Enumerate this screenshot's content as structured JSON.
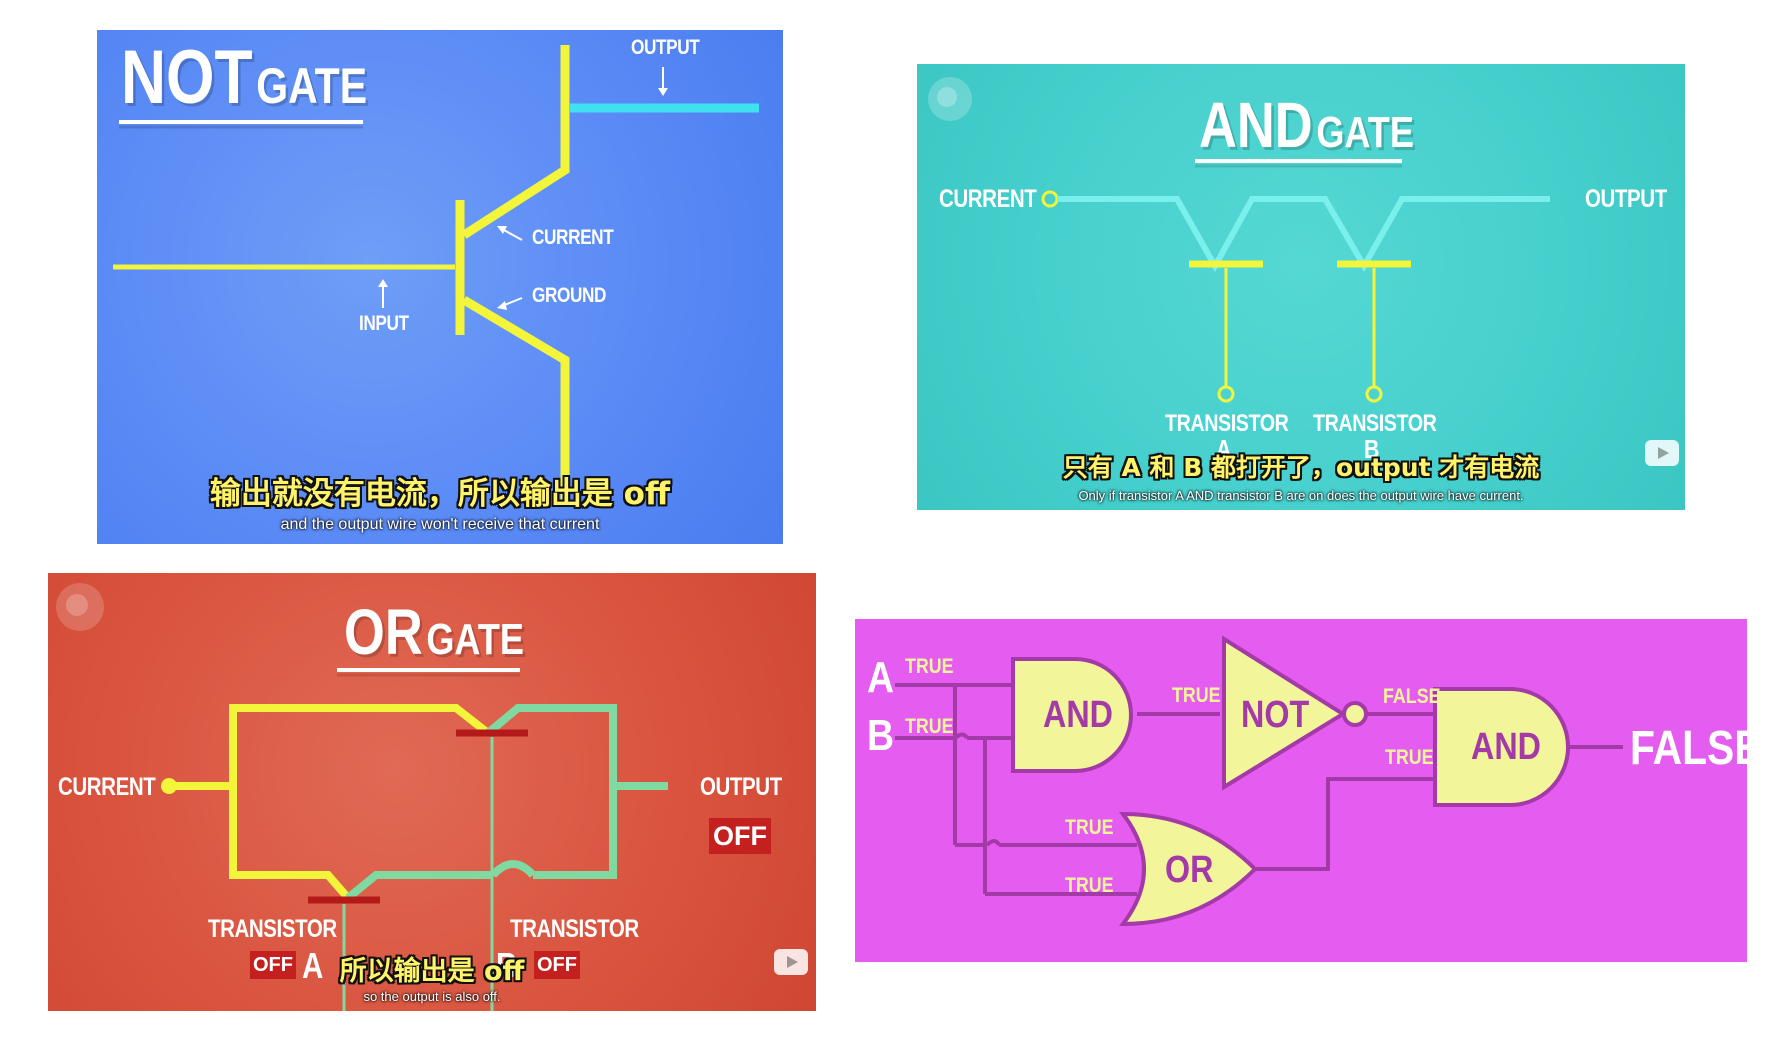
{
  "not_gate": {
    "title_main": "NOT",
    "title_sub": "GATE",
    "output_label": "OUTPUT",
    "current_label": "CURRENT",
    "ground_label": "GROUND",
    "input_label": "INPUT",
    "subtitle_cn": "输出就没有电流，所以输出是 off",
    "subtitle_en": "and the output wire won't receive that current",
    "background_color": "#5a8af5",
    "wire_color": "#f3f53a",
    "output_wire_color": "#3fe0f0"
  },
  "and_gate": {
    "title_main": "AND",
    "title_sub": "GATE",
    "current_label": "CURRENT",
    "output_label": "OUTPUT",
    "transistor_a_label": "TRANSISTOR",
    "transistor_a_letter": "A",
    "transistor_b_label": "TRANSISTOR",
    "transistor_b_letter": "B",
    "subtitle_cn": "只有 A 和 B 都打开了，output 才有电流",
    "subtitle_en": "Only if transistor A AND transistor B are on does the output wire have current.",
    "background_color": "#45cfcc",
    "wire_color": "#f3f53a",
    "output_wire_color": "#7af0ec"
  },
  "or_gate": {
    "title_main": "OR",
    "title_sub": "GATE",
    "current_label": "CURRENT",
    "output_label": "OUTPUT",
    "output_state": "OFF",
    "transistor_a_label": "TRANSISTOR",
    "transistor_a_state": "OFF",
    "transistor_a_letter": "A",
    "transistor_b_label": "TRANSISTOR",
    "transistor_b_state": "OFF",
    "transistor_b_letter": "B",
    "subtitle_cn": "所以输出是 off",
    "subtitle_en": "so the output is also off.",
    "background_color": "#d9533e",
    "wire_color": "#f3f53a",
    "off_wire_color": "#7fd9a0",
    "badge_color": "#c42020"
  },
  "combined_circuit": {
    "input_a": "A",
    "input_b": "B",
    "a_value": "TRUE",
    "b_value": "TRUE",
    "and1_label": "AND",
    "and1_out": "TRUE",
    "not_label": "NOT",
    "not_out": "FALSE",
    "or_in1": "TRUE",
    "or_in2": "TRUE",
    "or_label": "OR",
    "or_out": "TRUE",
    "and2_label": "AND",
    "final_output": "FALSE",
    "background_color": "#e45cf0",
    "gate_fill": "#f3f59a",
    "wire_color": "#a33aa8",
    "value_color": "#f3f59a"
  }
}
